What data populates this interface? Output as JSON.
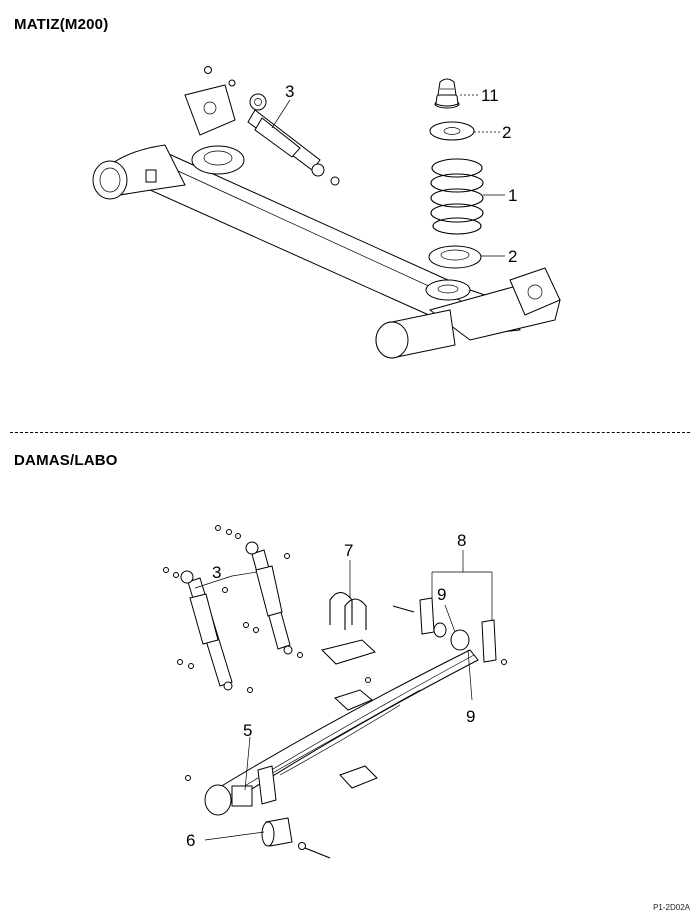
{
  "sections": [
    {
      "title": "MATIZ(M200)"
    },
    {
      "title": "DAMAS/LABO"
    }
  ],
  "callouts_top": [
    "11",
    "2",
    "1",
    "2",
    "3"
  ],
  "callouts_bottom": [
    "7",
    "8",
    "9",
    "9",
    "3",
    "5",
    "6"
  ],
  "figure_code": "P1-2D02A"
}
